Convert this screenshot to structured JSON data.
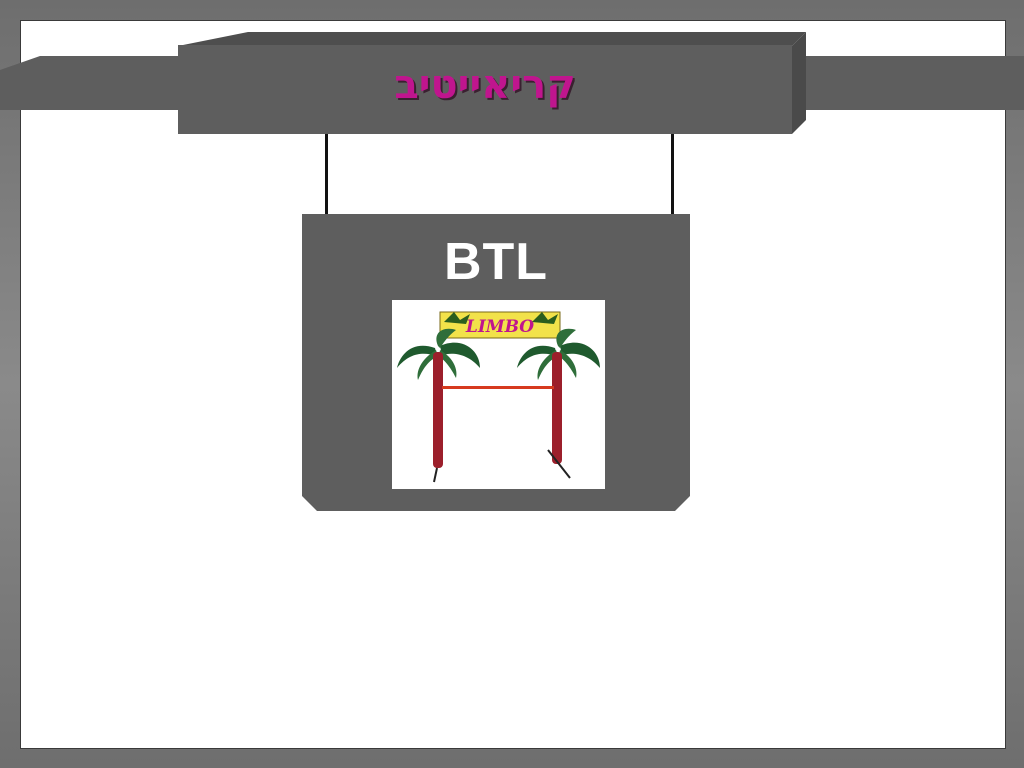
{
  "slide": {
    "title": "קריאייטיב",
    "sign_label": "BTL",
    "photo": {
      "banner_text": "LIMBO"
    }
  },
  "colors": {
    "title": "#c0158e",
    "structure": "#5e5e5e",
    "background": "#ffffff",
    "sign_label": "#ffffff"
  }
}
